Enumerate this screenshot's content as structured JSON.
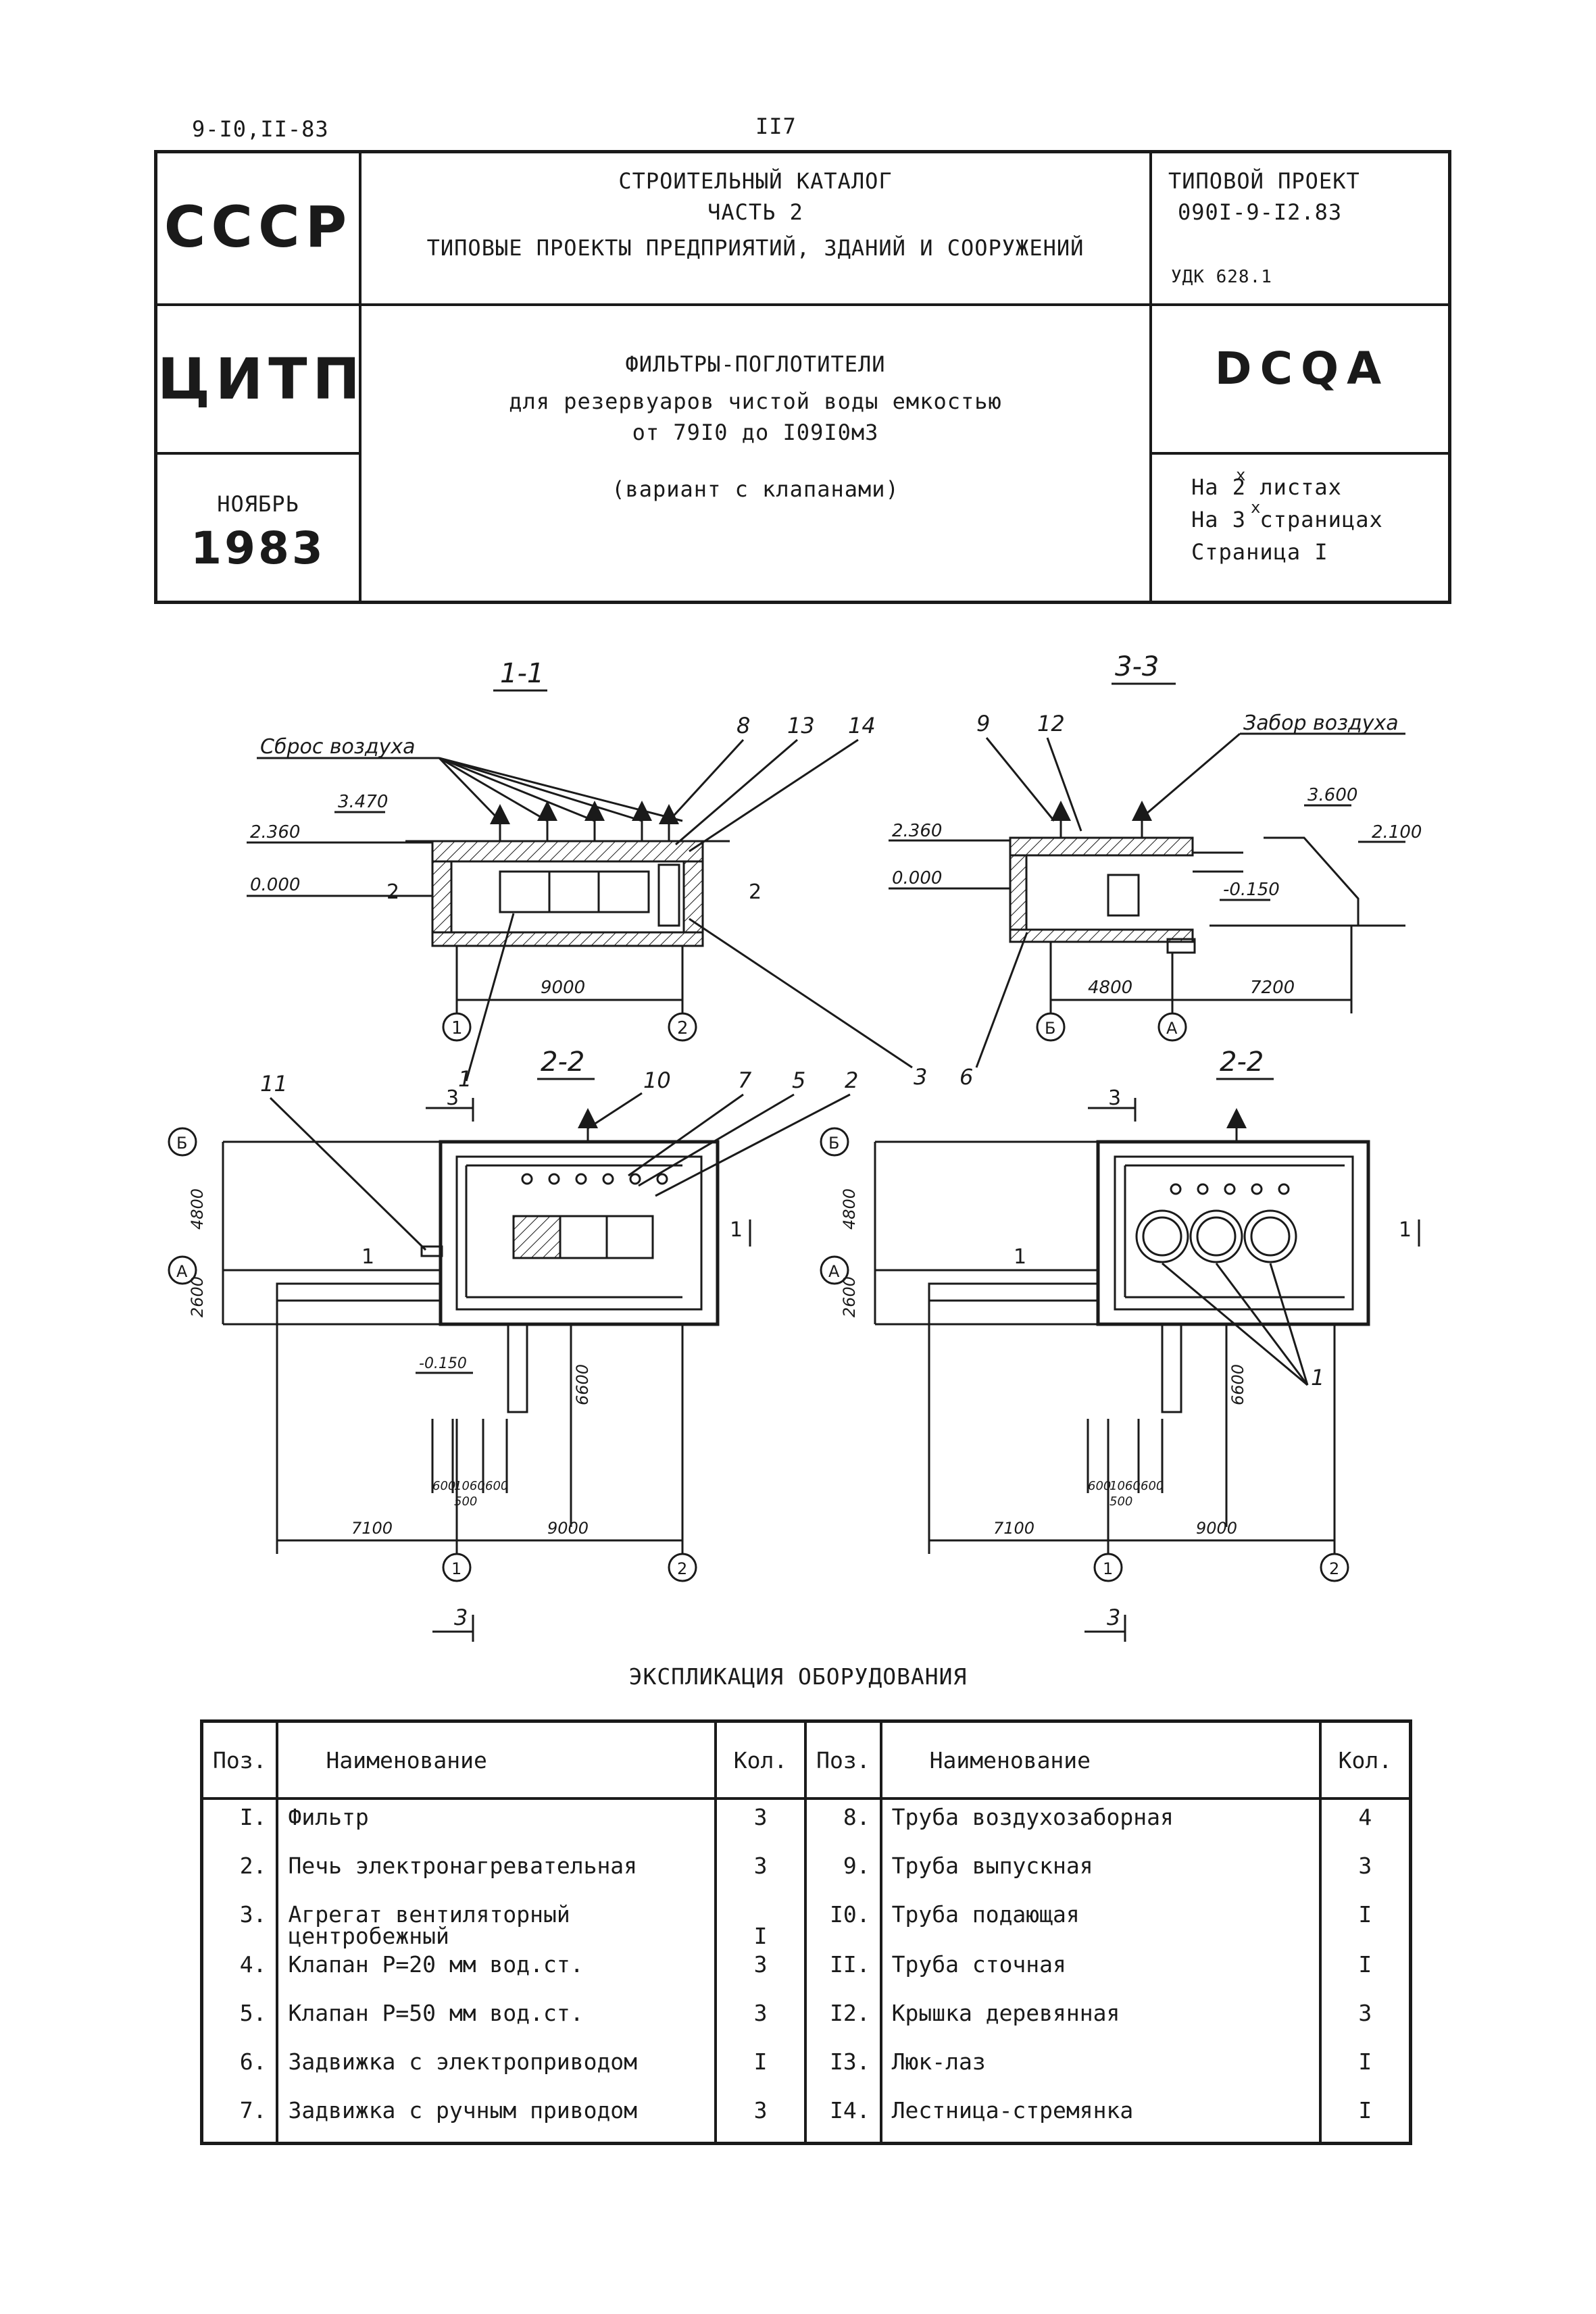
{
  "page": {
    "code_top_left": "9-I0,II-83",
    "page_number": "II7"
  },
  "header": {
    "org_top": "СССР",
    "org_mid": "ЦИТП",
    "date_month": "НОЯБРЬ",
    "date_year": "1983",
    "catalog_line1": "СТРОИТЕЛЬНЫЙ КАТАЛОГ",
    "catalog_line2": "ЧАСТЬ 2",
    "catalog_line3": "ТИПОВЫЕ ПРОЕКТЫ ПРЕДПРИЯТИЙ, ЗДАНИЙ И СООРУЖЕНИЙ",
    "title_line1": "ФИЛЬТРЫ-ПОГЛОТИТЕЛИ",
    "title_line2": "для резервуаров чистой воды емкостью",
    "title_line3": "от 79I0 до I09I0м3",
    "title_line4": "(вариант с клапанами)",
    "project_label": "ТИПОВОЙ ПРОЕКТ",
    "project_number": "090I-9-I2.83",
    "udk": "УДК 628.1",
    "code": "DCQA",
    "sheets": "На 2 листах",
    "pages": "На 3 страницах",
    "page_ref": "Страница I",
    "sheet_mark": "x"
  },
  "drawings": {
    "section_1_1": {
      "title": "1-1",
      "air_label": "Сброс воздуха",
      "levels": [
        "3.470",
        "2.360",
        "0.000"
      ],
      "dim": "9000",
      "axes": [
        "1",
        "2"
      ],
      "cut": "2",
      "leaders": [
        "8",
        "13",
        "14"
      ]
    },
    "section_3_3": {
      "title": "3-3",
      "air_label": "Забор воздуха",
      "levels": [
        "3.600",
        "2.360",
        "2.100",
        "0.000",
        "-0.150"
      ],
      "dims": [
        "4800",
        "7200"
      ],
      "axes": [
        "Б",
        "А"
      ],
      "leaders": [
        "9",
        "12"
      ]
    },
    "plan_left": {
      "title": "2-2",
      "dims_v": [
        "4800",
        "2600",
        "6600"
      ],
      "dims_h": [
        "7100",
        "9000"
      ],
      "small_dims": [
        "600",
        "1060",
        "600",
        "500"
      ],
      "level": "-0.150",
      "axes_h": [
        "1",
        "2"
      ],
      "axes_v": [
        "Б",
        "А"
      ],
      "cut_top": "3",
      "cut_bottom": "3",
      "cut_side": "1",
      "leaders": [
        "11",
        "10",
        "7",
        "5",
        "2",
        "1",
        "3",
        "6"
      ]
    },
    "plan_right": {
      "title": "2-2",
      "dims_v": [
        "4800",
        "2600",
        "6600"
      ],
      "dims_h": [
        "7100",
        "9000"
      ],
      "small_dims": [
        "600",
        "1060",
        "600",
        "500"
      ],
      "axes_h": [
        "1",
        "2"
      ],
      "axes_v": [
        "Б",
        "А"
      ],
      "cut_top": "3",
      "cut_bottom": "3",
      "cut_side": "1",
      "leaders": [
        "1"
      ]
    }
  },
  "table": {
    "title": "ЭКСПЛИКАЦИЯ ОБОРУДОВАНИЯ",
    "headers": {
      "pos": "Поз.",
      "name": "Наименование",
      "qty": "Кол."
    },
    "left": [
      {
        "pos": "I.",
        "name": "Фильтр",
        "qty": "3"
      },
      {
        "pos": "2.",
        "name": "Печь электронагревательная",
        "qty": "3"
      },
      {
        "pos": "3.",
        "name": "Агрегат вентиляторный центробежный",
        "qty": "I"
      },
      {
        "pos": "4.",
        "name": "Клапан Р=20 мм вод.ст.",
        "qty": "3"
      },
      {
        "pos": "5.",
        "name": "Клапан Р=50 мм вод.ст.",
        "qty": "3"
      },
      {
        "pos": "6.",
        "name": "Задвижка с электроприводом",
        "qty": "I"
      },
      {
        "pos": "7.",
        "name": "Задвижка с ручным приводом",
        "qty": "3"
      }
    ],
    "right": [
      {
        "pos": "8.",
        "name": "Труба воздухозаборная",
        "qty": "4"
      },
      {
        "pos": "9.",
        "name": "Труба выпускная",
        "qty": "3"
      },
      {
        "pos": "I0.",
        "name": "Труба подающая",
        "qty": "I"
      },
      {
        "pos": "II.",
        "name": "Труба сточная",
        "qty": "I"
      },
      {
        "pos": "I2.",
        "name": "Крышка деревянная",
        "qty": "3"
      },
      {
        "pos": "I3.",
        "name": "Люк-лаз",
        "qty": "I"
      },
      {
        "pos": "I4.",
        "name": "Лестница-стремянка",
        "qty": "I"
      }
    ]
  }
}
